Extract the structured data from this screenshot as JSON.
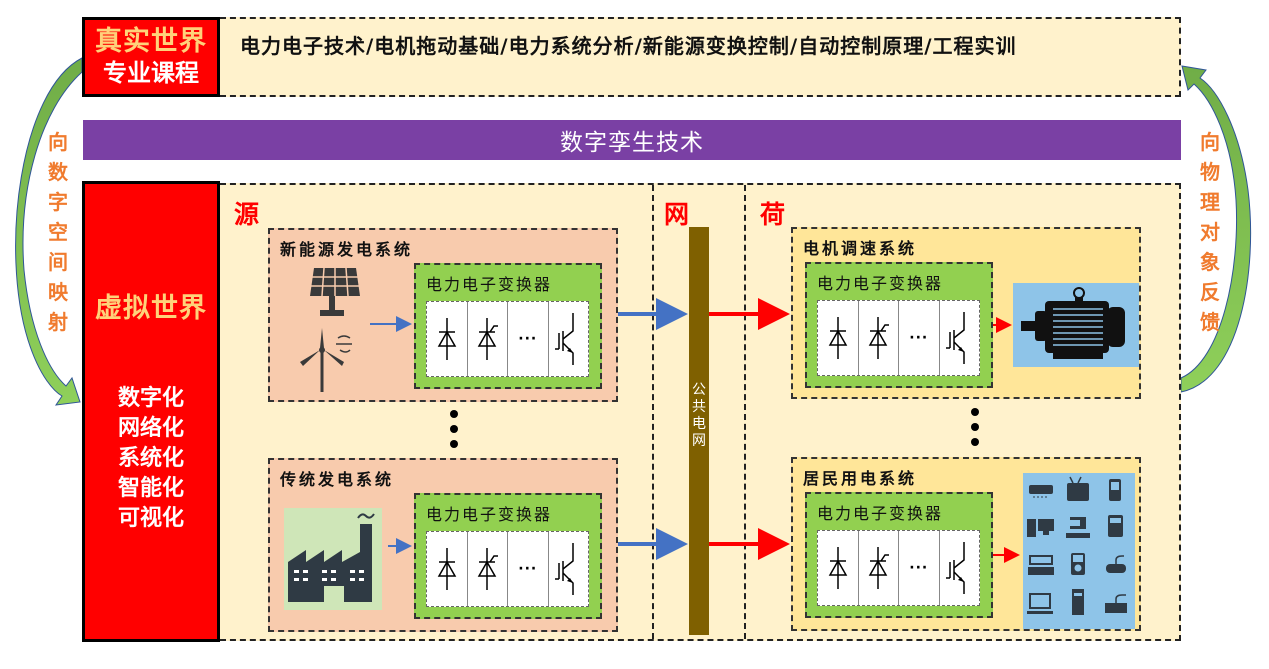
{
  "real_world": {
    "title": "真实世界",
    "subtitle": "专业课程"
  },
  "courses_text": "电力电子技术/电机拖动基础/电力系统分析/新能源变换控制/自动控制原理/工程实训",
  "twin_band": "数字孪生技术",
  "virtual_world": {
    "title": "虚拟世界",
    "features": [
      "数字化",
      "网络化",
      "系统化",
      "智能化",
      "可视化"
    ]
  },
  "left_arrow_text": [
    "向",
    "数",
    "字",
    "空",
    "间",
    "映",
    "射"
  ],
  "right_arrow_text": [
    "向",
    "物",
    "理",
    "对",
    "象",
    "反",
    "馈"
  ],
  "sections": {
    "source": "源",
    "grid": "网",
    "load": "荷"
  },
  "grid_bus_label": [
    "公",
    "共",
    "电",
    "网"
  ],
  "source_systems": [
    {
      "title": "新能源发电系统",
      "icons": [
        "solar-panel-icon",
        "wind-turbine-icon"
      ],
      "converter": "电力电子变换器"
    },
    {
      "title": "传统发电系统",
      "icons": [
        "factory-icon"
      ],
      "converter": "电力电子变换器"
    }
  ],
  "load_systems": [
    {
      "title": "电机调速系统",
      "icons": [
        "motor-icon"
      ],
      "converter": "电力电子变换器"
    },
    {
      "title": "居民用电系统",
      "icons": [
        "air-conditioner-icon",
        "tv-icon",
        "mobile-phone-icon",
        "desktop-pc-icon",
        "computer-terminal-icon",
        "calculator-icon",
        "laptop-keyboard-icon",
        "music-player-icon",
        "gamepad-icon",
        "monitor-icon",
        "pc-tower-icon",
        "keyboard-icon"
      ],
      "converter": "电力电子变换器"
    }
  ],
  "converter_devices": [
    "diode-icon",
    "thyristor-icon",
    "ellipsis",
    "igbt-icon"
  ],
  "ellipsis": "···",
  "colors": {
    "real_world_bg": "#ff0000",
    "band": "#7a40a4",
    "panel_bg": "#fff2cc",
    "source_box": "#f8cbad",
    "load_box": "#ffe699",
    "converter": "#92d050",
    "bus": "#7f6000",
    "source_arrow": "#4472c4",
    "load_arrow": "#ff0000",
    "side_text": "#f07b2e",
    "curve_arrow": "#70ad47"
  }
}
